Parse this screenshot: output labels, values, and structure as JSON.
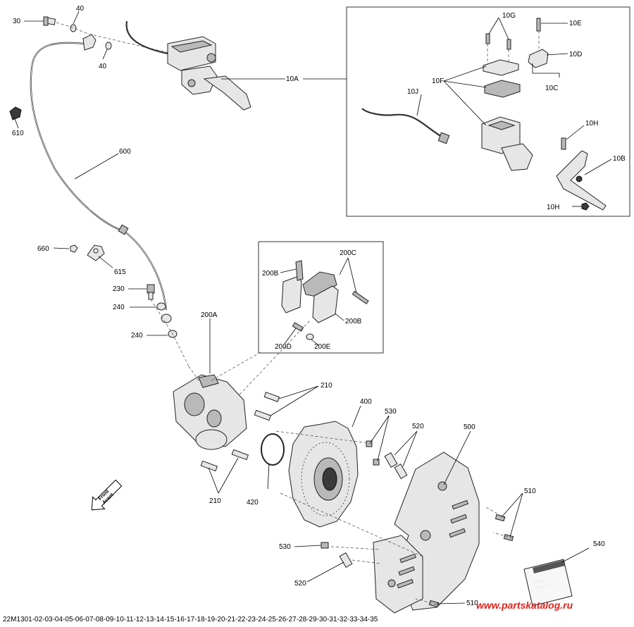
{
  "labels": {
    "l30": "30",
    "l40a": "40",
    "l40b": "40",
    "l610": "610",
    "l600": "600",
    "l10A": "10A",
    "l10G": "10G",
    "l10E": "10E",
    "l10D": "10D",
    "l10F": "10F",
    "l10C": "10C",
    "l10J": "10J",
    "l10H_top": "10H",
    "l10B": "10B",
    "l10H_bot": "10H",
    "l660": "660",
    "l615": "615",
    "l230": "230",
    "l240a": "240",
    "l240b": "240",
    "l200A": "200A",
    "l200C": "200C",
    "l200B_left": "200B",
    "l200B_right": "200B",
    "l200D": "200D",
    "l200E": "200E",
    "l210_top": "210",
    "l210_bot": "210",
    "l400": "400",
    "l530_top": "530",
    "l520_top": "520",
    "l500": "500",
    "l510_top": "510",
    "l420": "420",
    "l540": "540",
    "l530_bot": "530",
    "l520_bot": "520",
    "l510_bot": "510"
  },
  "direction_arrow": {
    "line1": "Front",
    "line2": "Avant"
  },
  "footer": {
    "diagram_code": "22M1301-02-03-04-05-06-07-08-09-10-11-12-13-14-15-16-17-18-19-20-21-22-23-24-25-26-27-28-29-30-31-32-33-34-35",
    "watermark": "www.partskatalog.ru"
  },
  "colors": {
    "accent": "#e2231a",
    "line": "#000000",
    "part_fill": "#e6e6e6"
  }
}
